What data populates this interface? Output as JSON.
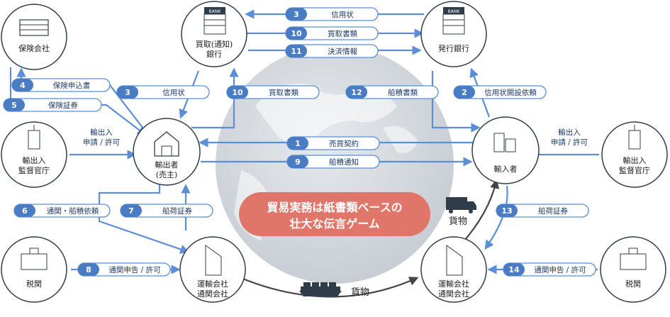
{
  "nodes": {
    "insurance": "保険会社",
    "bank_buy": [
      "買取(通知)",
      "銀行"
    ],
    "bank_issue": "発行銀行",
    "reg_left": [
      "輸出入",
      "監督官庁"
    ],
    "exporter": [
      "輸出者",
      "(売主)"
    ],
    "importer": "輸入者",
    "reg_right": [
      "輸出入",
      "監督官庁"
    ],
    "customs_left": "税関",
    "shipper_left": [
      "運輸会社",
      "通関会社"
    ],
    "shipper_right": [
      "運輸会社",
      "通関会社"
    ],
    "customs_right": "税関"
  },
  "flows": [
    {
      "num": "1",
      "label": "売買契約"
    },
    {
      "num": "2",
      "label": "信用状開設依頼"
    },
    {
      "num": "3",
      "label": "信用状"
    },
    {
      "num": "3",
      "label": "信用状"
    },
    {
      "num": "4",
      "label": "保険申込書"
    },
    {
      "num": "5",
      "label": "保険証券"
    },
    {
      "num": "6",
      "label": "通関・船積依頼"
    },
    {
      "num": "7",
      "label": "船荷証券"
    },
    {
      "num": "8",
      "label": "通関申告 / 許可"
    },
    {
      "num": "9",
      "label": "船積通知"
    },
    {
      "num": "10",
      "label": "買取書類"
    },
    {
      "num": "10",
      "label": "買取書類"
    },
    {
      "num": "11",
      "label": "決済情報"
    },
    {
      "num": "12",
      "label": "船積書類"
    },
    {
      "num": "13",
      "label": "船荷証券"
    },
    {
      "num": "14",
      "label": "通関申告 / 許可"
    }
  ],
  "free_labels": {
    "permit_left": [
      "輸出入",
      "申請 / 許可"
    ],
    "permit_right": [
      "輸出入",
      "申請 / 許可"
    ],
    "cargo_bottom": "貨物",
    "cargo_right": "貨物",
    "bank_sign": "BANK"
  },
  "center_banner": [
    "貿易実務は紙書類ベースの",
    "壮大な伝言ゲーム"
  ],
  "colors": {
    "pill_num": "#4a7cc4",
    "pill_border": "#5b8ed6",
    "banner": "#e0766a",
    "globe": "#d5d9de"
  }
}
